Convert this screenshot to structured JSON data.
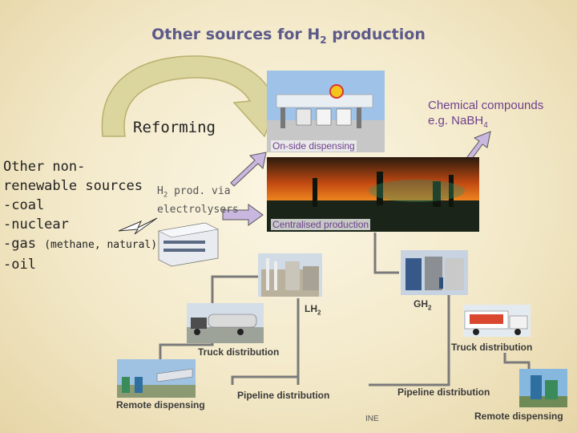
{
  "title": "Other sources for H",
  "title_sub": "2",
  "title_rest": " production",
  "reforming": "Reforming",
  "sources": {
    "line1": "Other non-",
    "line2": "renewable sources",
    "coal": "-coal",
    "nuclear": "-nuclear",
    "gas": "-gas",
    "gas_note": "(methane, natural)",
    "oil": "-oil"
  },
  "electrolysers": {
    "prefix": "H",
    "sub": "2",
    "rest": " prod. via",
    "line2": "electrolysers"
  },
  "onside": "On-side dispensing",
  "centralised": "Centralised production",
  "chemical": {
    "line1": "Chemical compounds",
    "line2_prefix": "e.g. NaBH",
    "line2_sub": "4"
  },
  "lh2": {
    "prefix": "LH",
    "sub": "2"
  },
  "gh2": {
    "prefix": "GH",
    "sub": "2"
  },
  "truck_left": "Truck distribution",
  "truck_right": "Truck distribution",
  "pipeline_left": "Pipeline distribution",
  "pipeline_right": "Pipeline distribution",
  "remote_left": "Remote dispensing",
  "remote_right": "Remote dispensing",
  "footer": "INE",
  "colors": {
    "title": "#5c5a8a",
    "label_purple": "#6e3f8c",
    "arrow_fill": "#c9b7e0",
    "line_gray": "#7a7a7a",
    "curve_arrow": "#d9d39a"
  }
}
